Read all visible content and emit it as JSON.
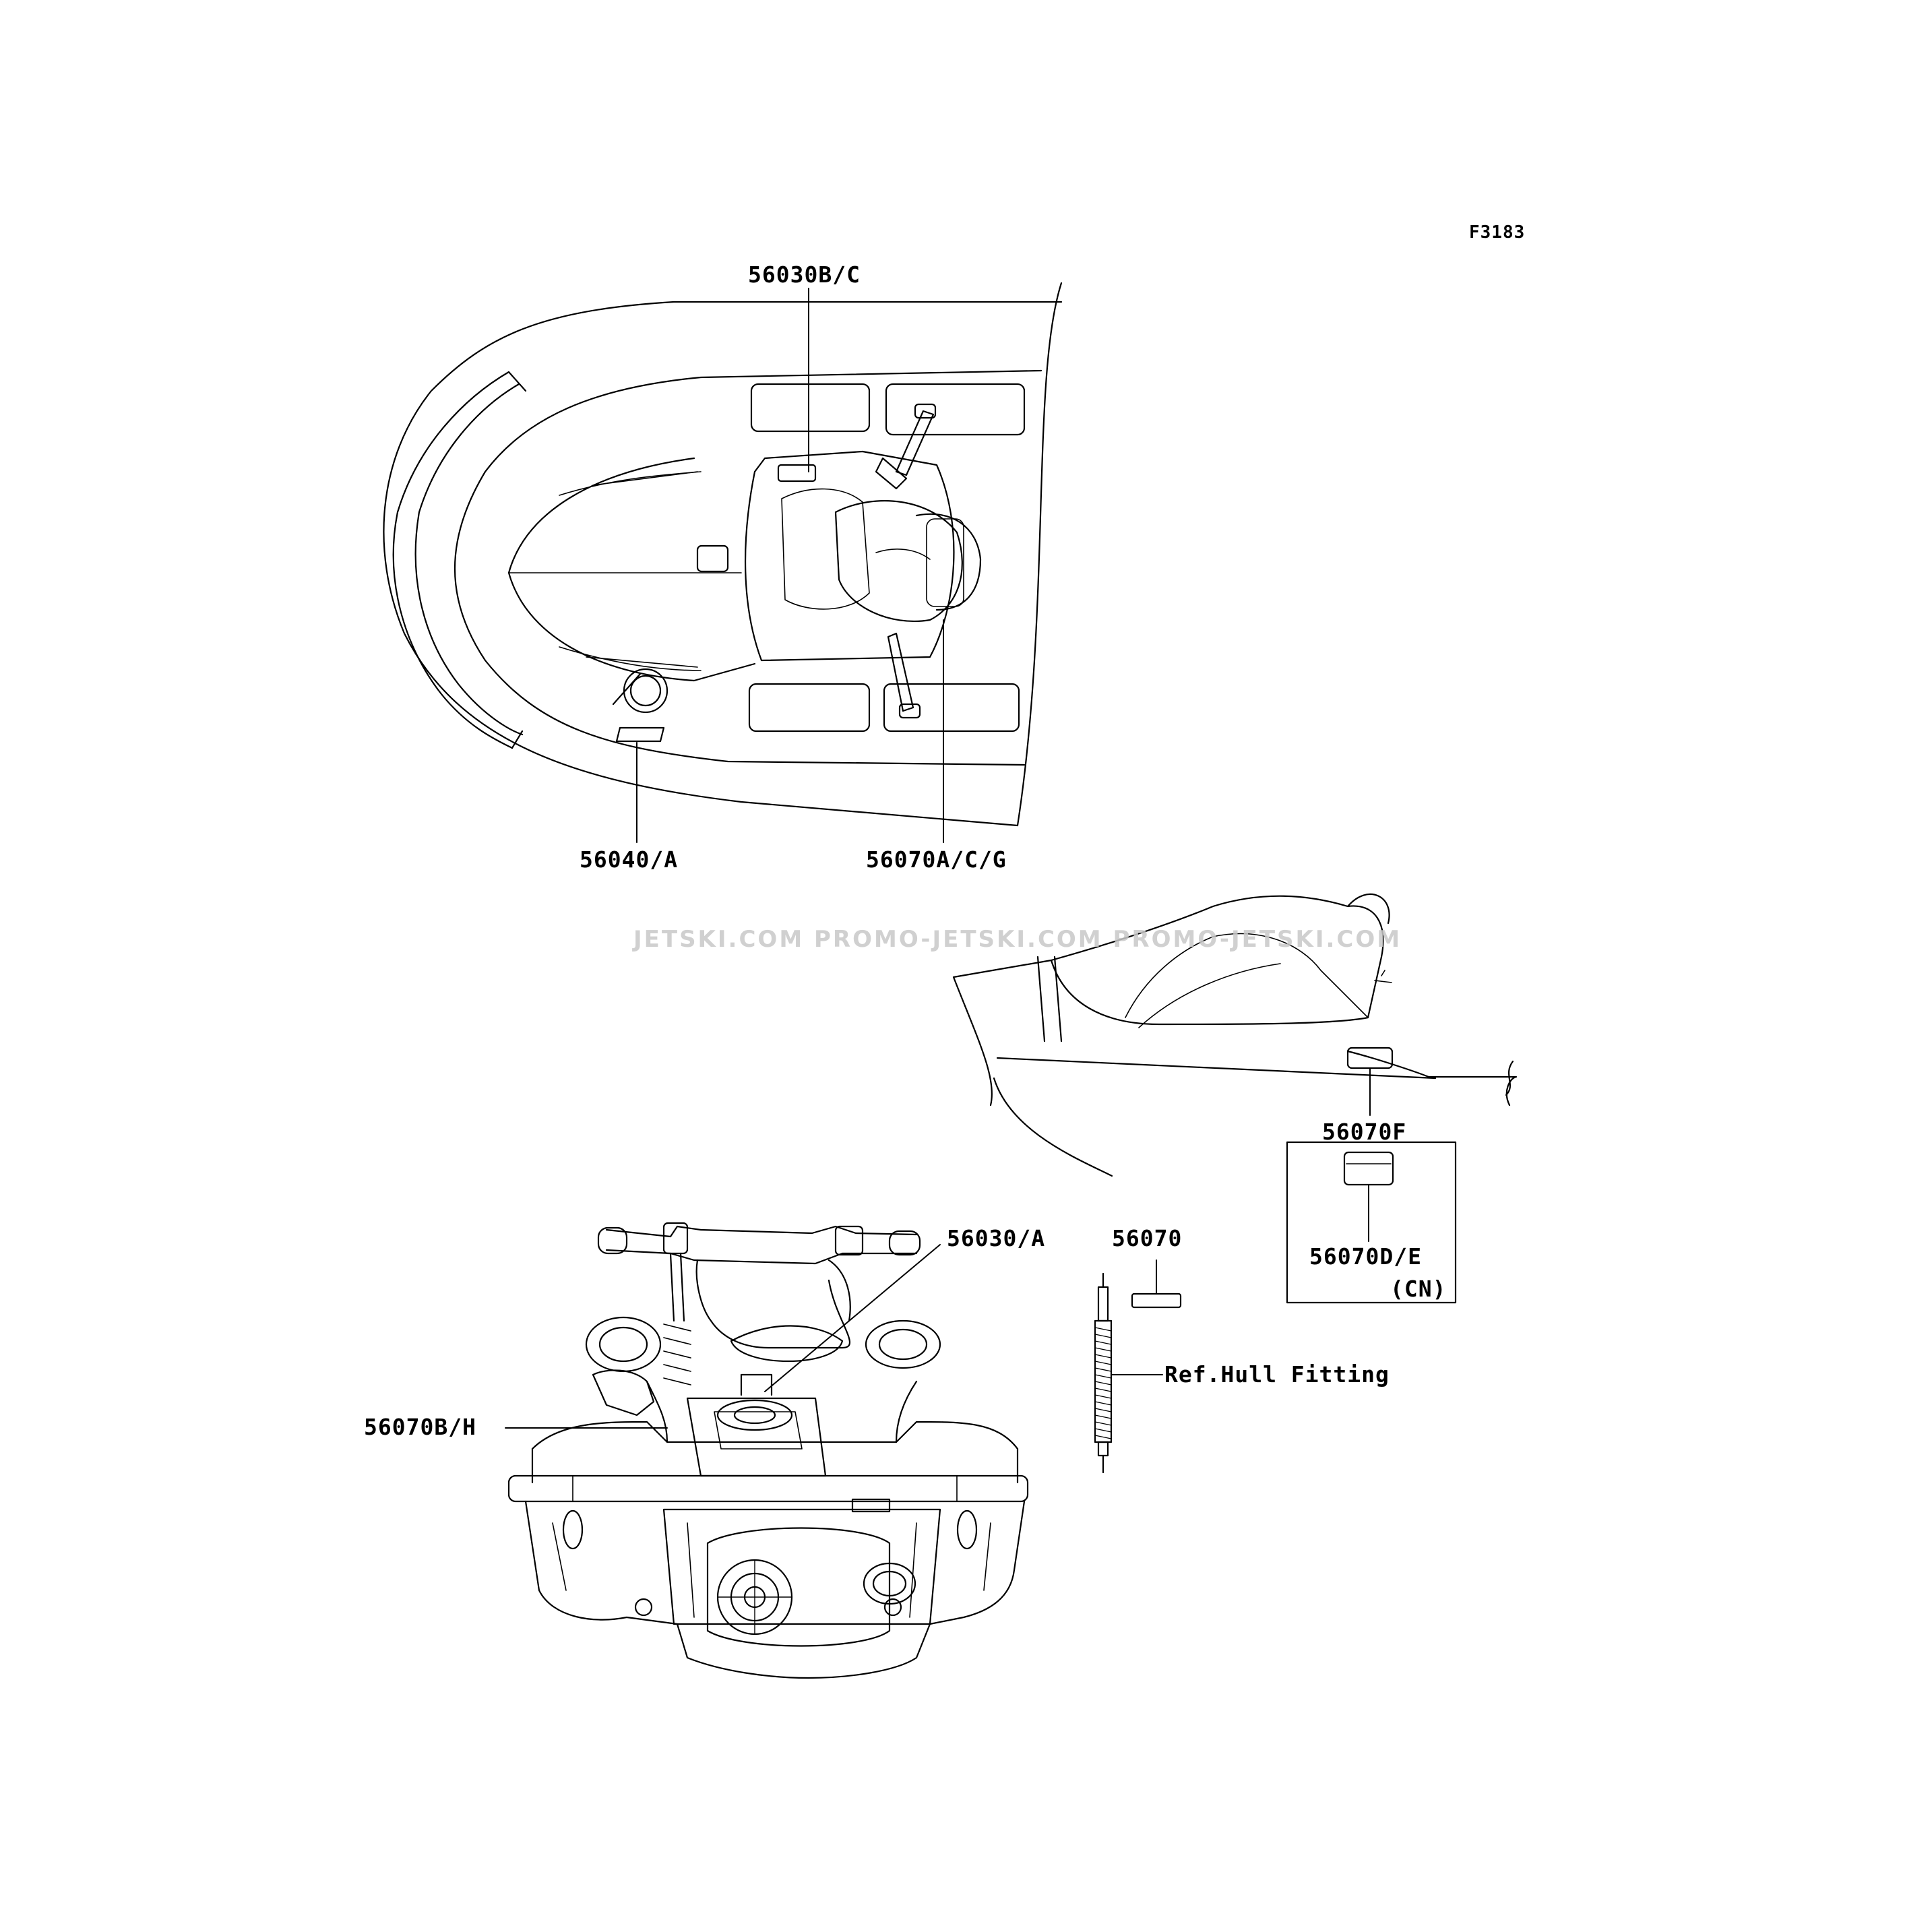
{
  "figure_code": "F3183",
  "watermark": "JETSKI.COM  PROMO-JETSKI.COM  PROMO-JETSKI.COM",
  "callouts": {
    "top_mid": "56030B/C",
    "top_left_bottom": "56040/A",
    "top_right_bottom": "56070A/C/G",
    "side": "56070F",
    "cn_part": "56070D/E",
    "cn_note": "(CN)",
    "rear_top": "56030/A",
    "rear_left": "56070B/H",
    "loose_label": "56070",
    "hull_ref": "Ref.Hull Fitting"
  },
  "colors": {
    "line": "#000000",
    "watermark": "#c8c8c8",
    "background": "#ffffff"
  }
}
